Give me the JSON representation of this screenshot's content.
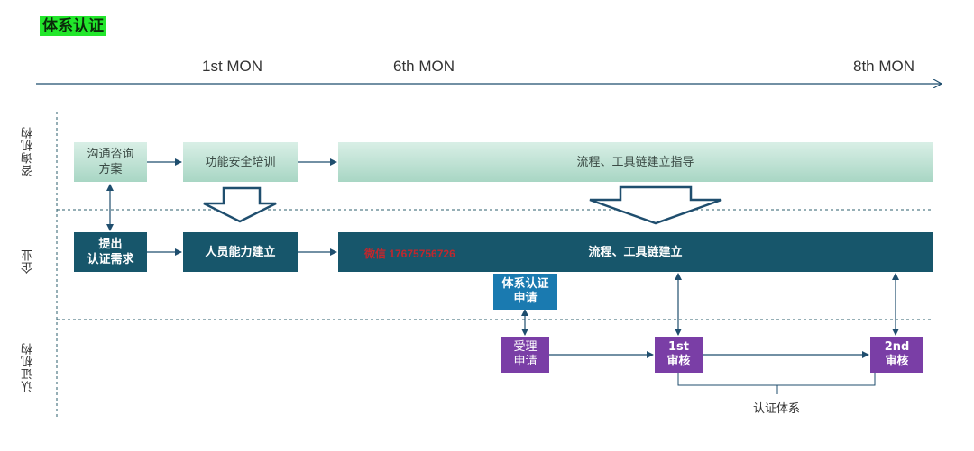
{
  "title": "体系认证",
  "timeline": {
    "months": [
      "1st MON",
      "6th MON",
      "8th MON"
    ]
  },
  "lanes": {
    "consulting": "咨询机构",
    "enterprise": "企业",
    "certification": "认证机构"
  },
  "consulting_boxes": {
    "plan": "沟通咨询\n方案",
    "training": "功能安全培训",
    "guidance": "流程、工具链建立指导"
  },
  "enterprise_boxes": {
    "requirement": "提出\n认证需求",
    "capability": "人员能力建立",
    "process": "流程、工具链建立",
    "watermark": "微信 17675756726"
  },
  "application_box": "体系认证\n申请",
  "cert_boxes": {
    "accept": "受理\n申请",
    "audit1": "1st\n审核",
    "audit2": "2nd\n审核"
  },
  "cert_system_label": "认证体系",
  "colors": {
    "title_bg": "#22e62b",
    "light_box": "#a8d6c4",
    "dark_box": "#17566b",
    "blue_box": "#1a7ab0",
    "purple_box": "#7a3ea6",
    "arrow": "#1f4e6e",
    "watermark": "#c0272d"
  }
}
